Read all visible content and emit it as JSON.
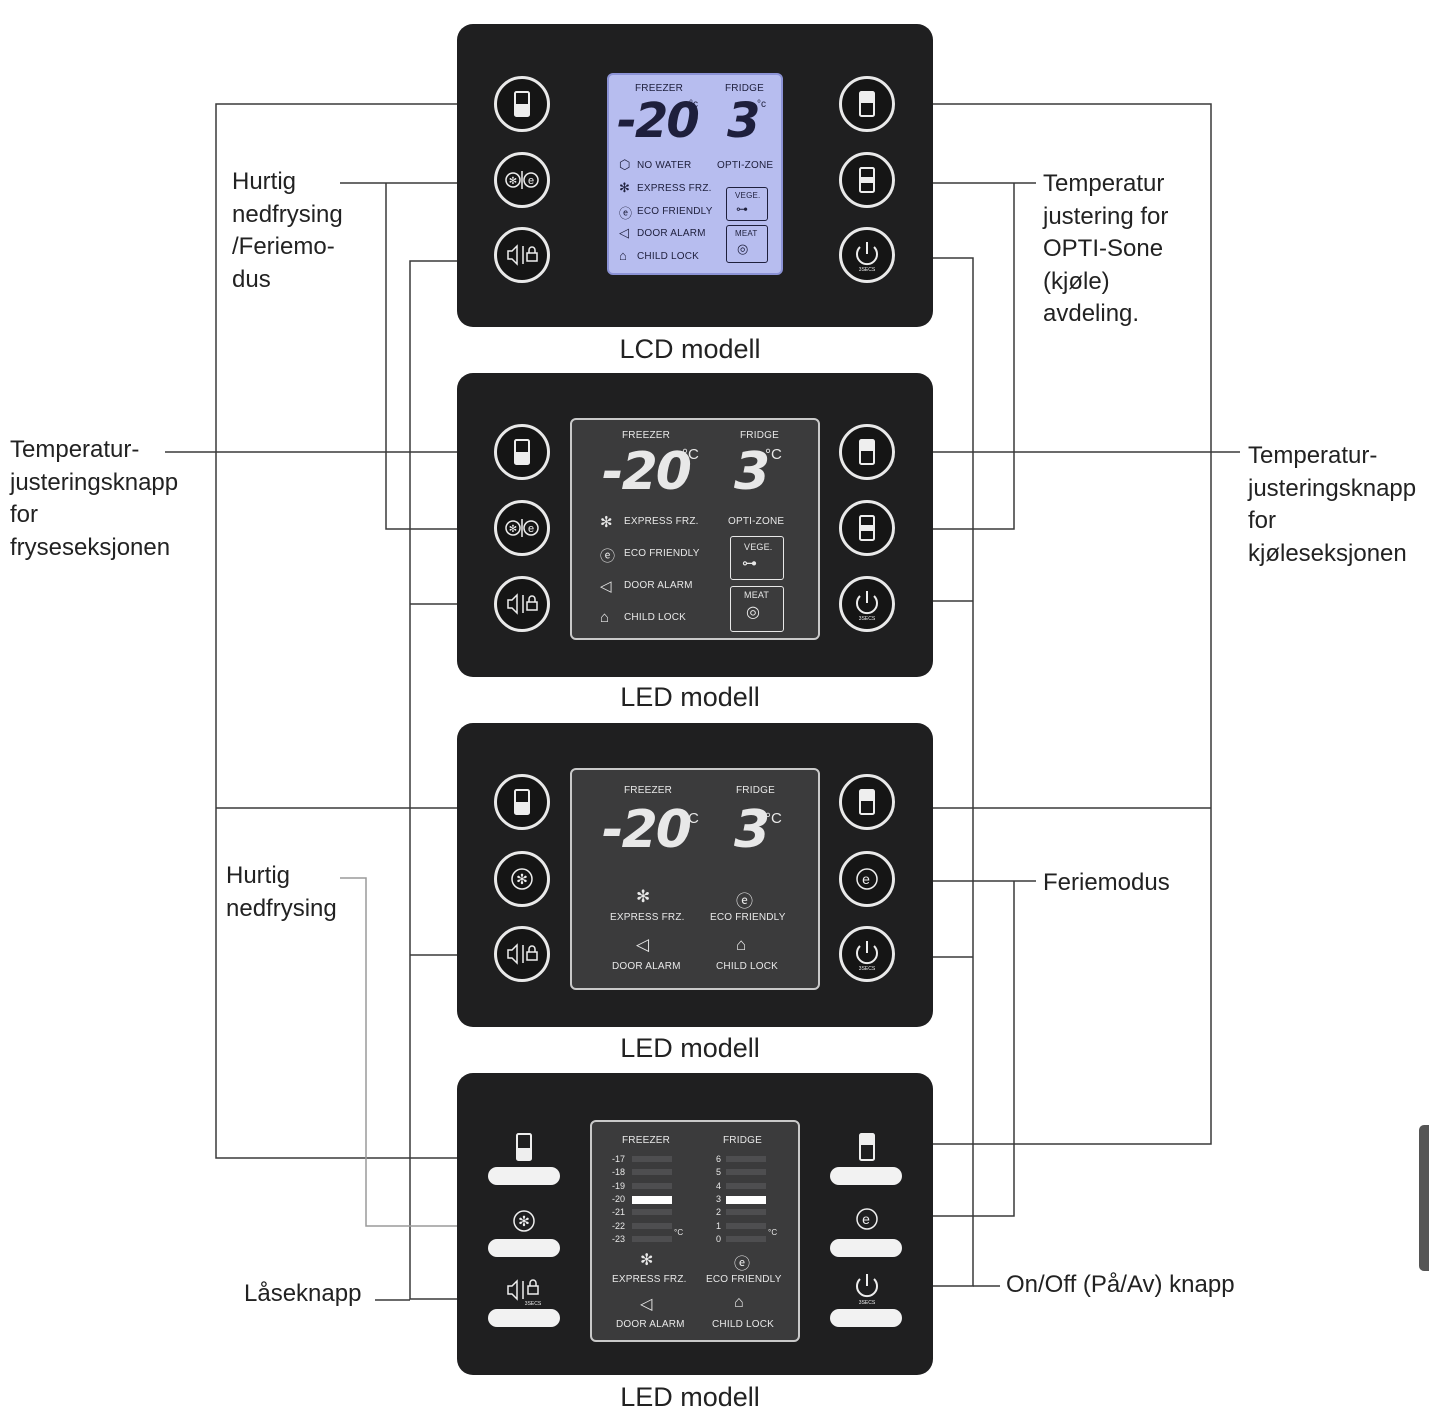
{
  "models": [
    {
      "label": "LCD modell"
    },
    {
      "label": "LED modell"
    },
    {
      "label": "LED modell"
    },
    {
      "label": "LED modell"
    }
  ],
  "display": {
    "freezer": "FREEZER",
    "fridge": "FRIDGE",
    "freezer_temp": "-20",
    "fridge_temp": "3",
    "deg": "°C",
    "no_water": "NO WATER",
    "opti_zone": "OPTI-ZONE",
    "express_frz": "EXPRESS FRZ.",
    "eco_friendly": "ECO FRIENDLY",
    "door_alarm": "DOOR ALARM",
    "child_lock": "CHILD LOCK",
    "vege": "VEGE.",
    "meat": "MEAT",
    "freezer_scale": [
      "-17",
      "-18",
      "-19",
      "-20",
      "-21",
      "-22",
      "-23"
    ],
    "fridge_scale": [
      "6",
      "5",
      "4",
      "3",
      "2",
      "1",
      "0"
    ],
    "degc": "°C",
    "btn_3sec": "3SECS"
  },
  "callouts": {
    "hurtig_feriemodus": "Hurtig\nnedfrysing\n/Feriemo-\ndus",
    "opti_sone": "Temperatur\njustering  for\nOPTI-Sone\n(kjøle)\navdeling.",
    "fryse": "Temperatur-\njusteringsknapp\nfor\nfryseseksjonen",
    "kjole": "Temperatur-\njusteringsknapp\nfor\nkjøleseksjonen",
    "hurtig": "Hurtig\nnedfrysing",
    "feriemodus": "Feriemodus",
    "laseknapp": "Låseknapp",
    "onoff": "On/Off (På/Av) knapp"
  },
  "colors": {
    "panel": "#1f1f20",
    "lcd_screen": "#b7bdef",
    "led_screen": "#3b3b3c",
    "leader": "#333333"
  }
}
